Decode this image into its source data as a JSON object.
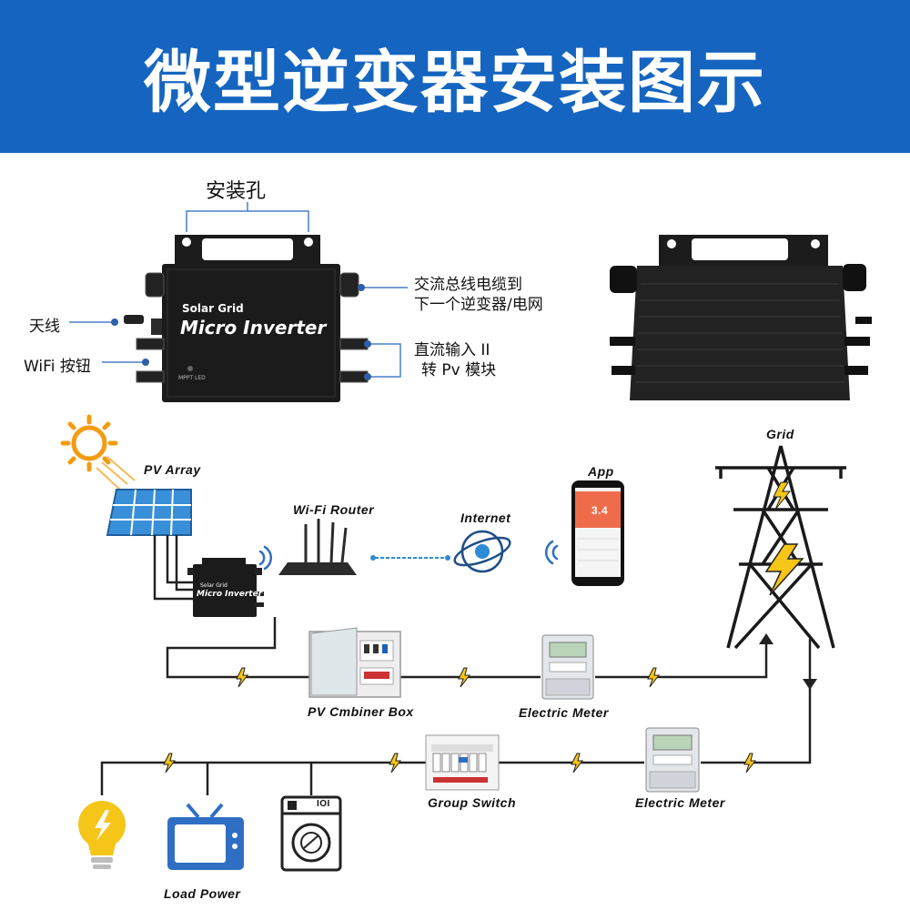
{
  "header": {
    "title": "微型逆变器安装图示"
  },
  "callouts": {
    "mounting_holes": "安装孔",
    "ac_bus_line1": "交流总线电缆到",
    "ac_bus_line2": "下一个逆变器/电网",
    "antenna": "天线",
    "wifi_button": "WiFi 按钮",
    "dc_input_line1": "直流输入 II",
    "dc_input_line2": "转 Pv 模块"
  },
  "device": {
    "brand": "Solar Grid",
    "model": "Micro Inverter",
    "led_label": "MPPT LED"
  },
  "diagram": {
    "pv_array": "PV Array",
    "wifi_router": "Wi-Fi Router",
    "internet": "Internet",
    "app": "App",
    "app_reading": "3.4",
    "grid": "Grid",
    "pv_combiner_box": "PV Cmbiner Box",
    "electric_meter_top": "Electric Meter",
    "group_switch": "Group Switch",
    "electric_meter_bottom": "Electric Meter",
    "load_power": "Load Power",
    "washer_panel": "IOI"
  },
  "colors": {
    "banner": "#1565c0",
    "accent_yellow": "#f5c518",
    "sun_orange": "#f39c12",
    "panel_blue": "#3a8fd9",
    "device_black": "#1b1b1b"
  }
}
